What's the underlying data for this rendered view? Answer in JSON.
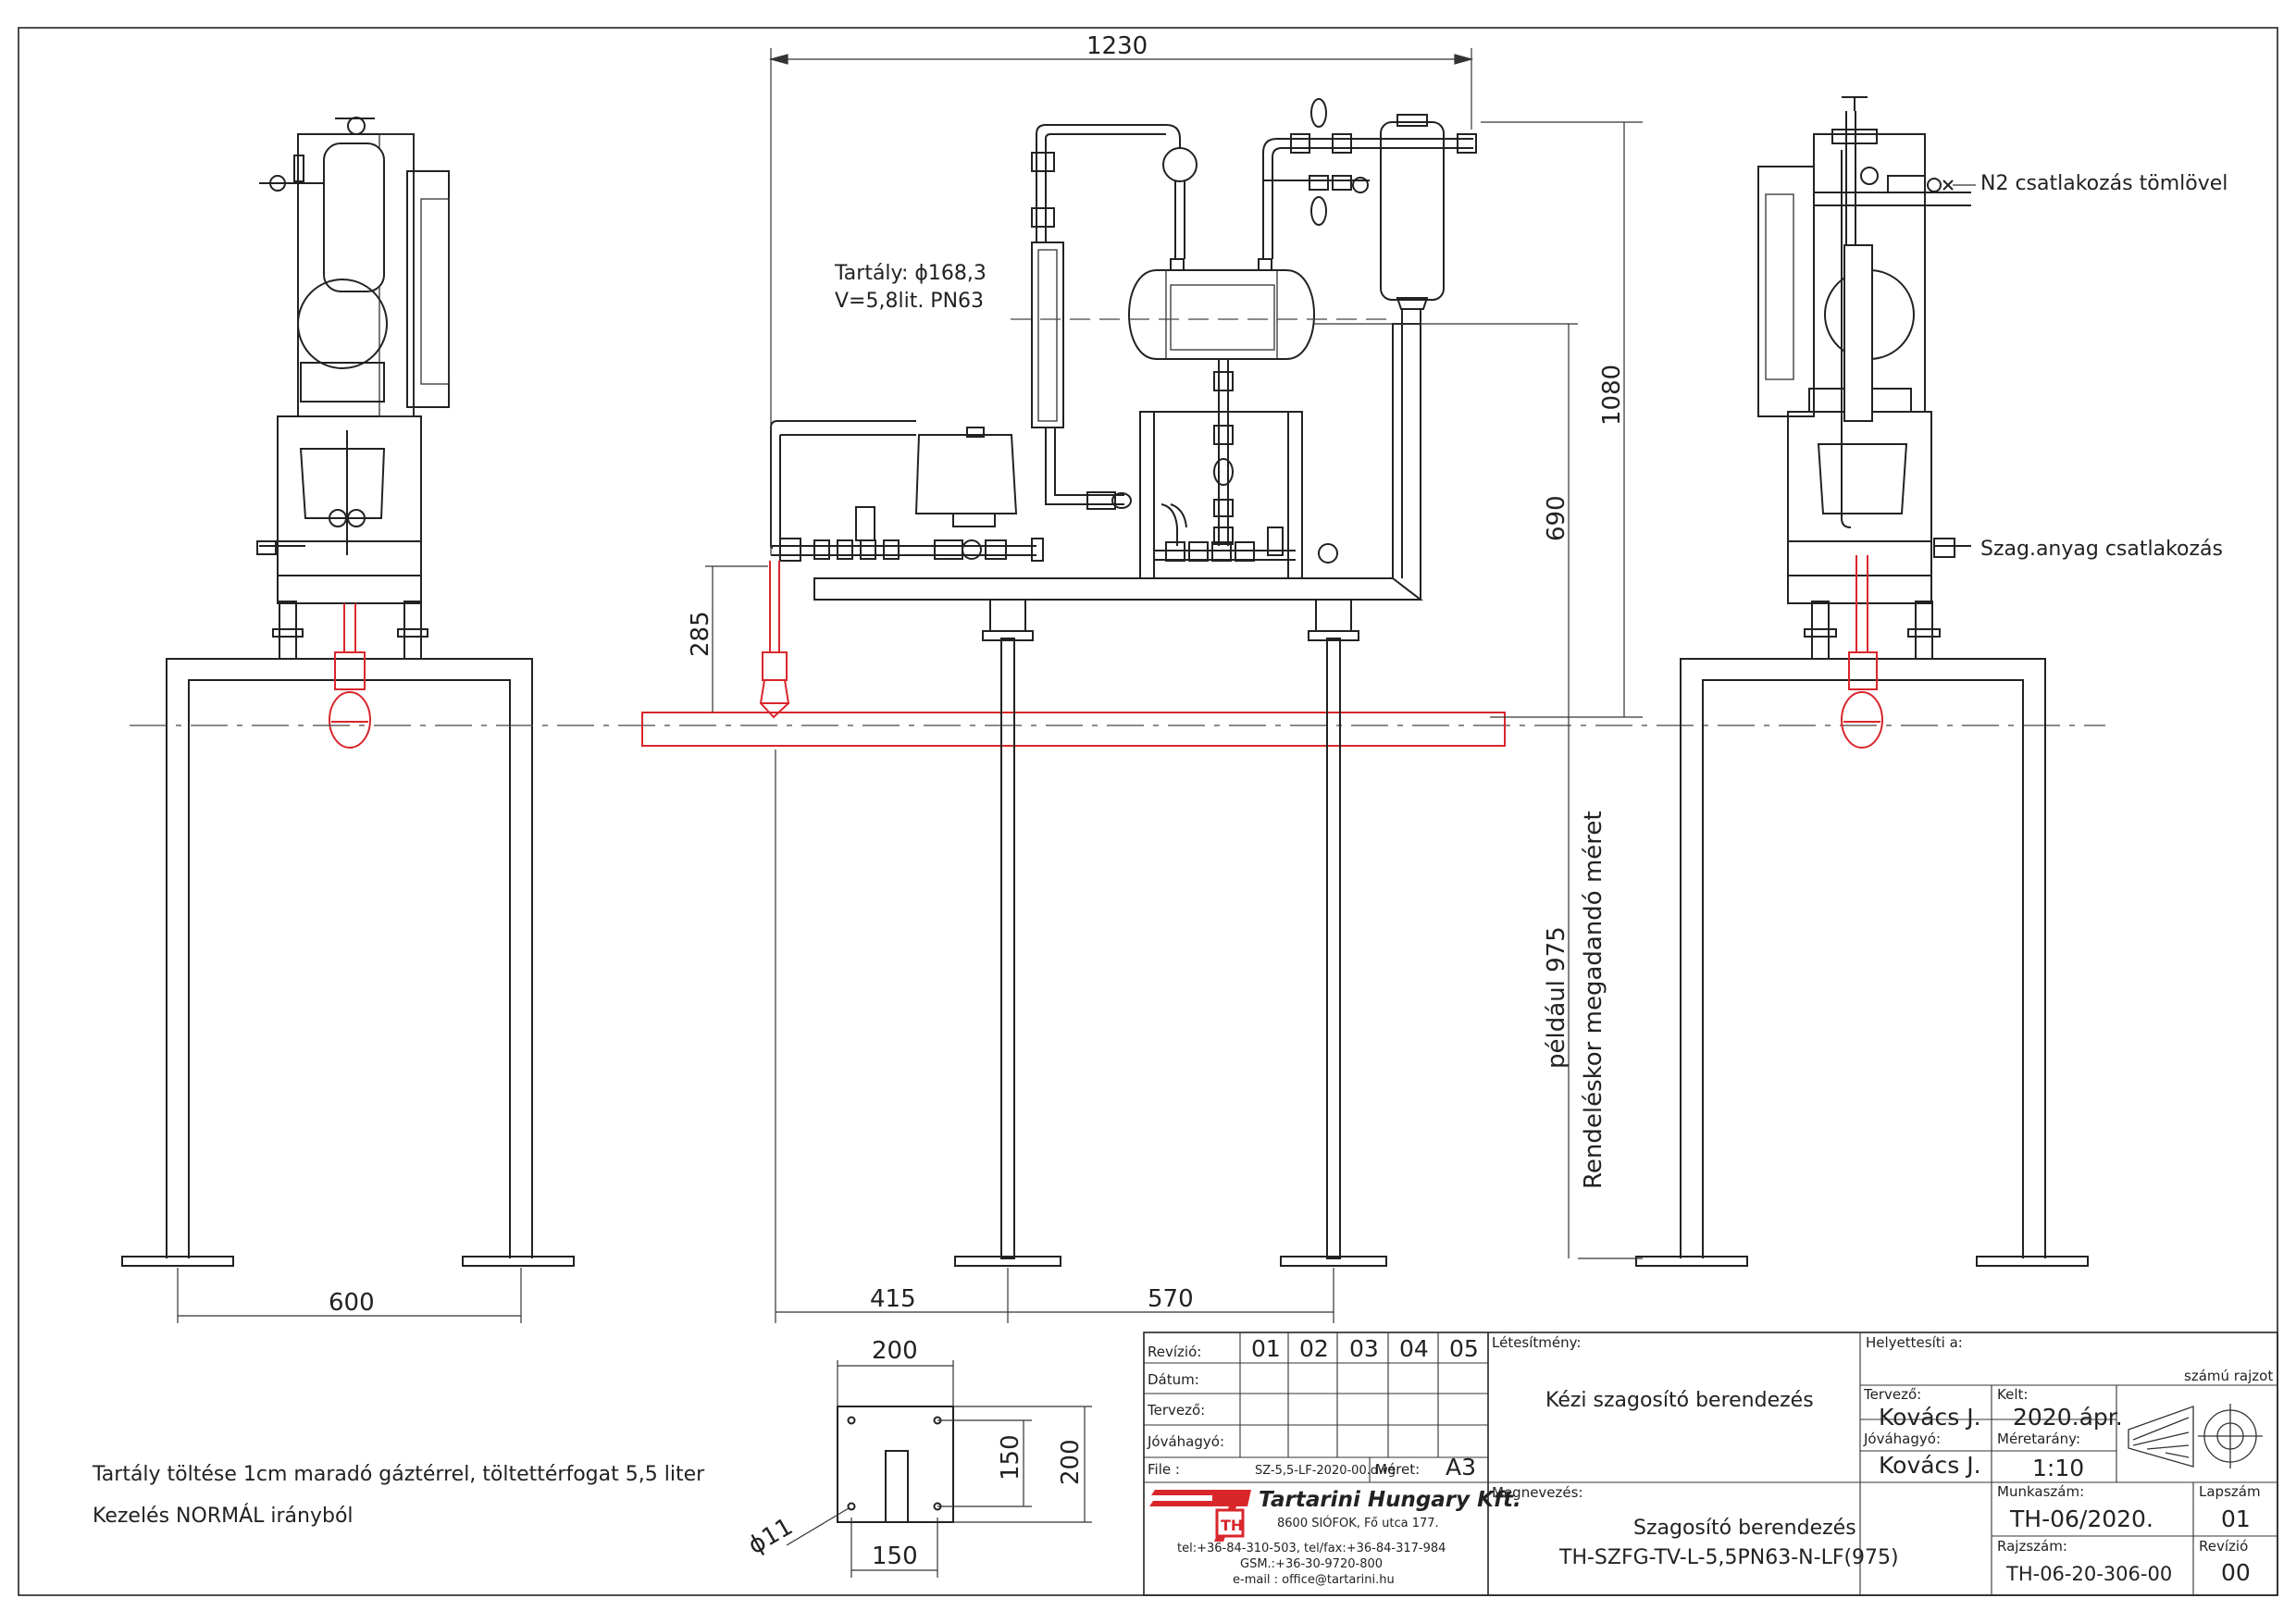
{
  "dimensions": {
    "overall_width": "1230",
    "height_total": "1080",
    "height_frame": "690",
    "height_outlet": "285",
    "example_height": "például 975",
    "order_note": "Rendeléskor megadandó méret",
    "left_stand_width": "600",
    "offset_415": "415",
    "offset_570": "570",
    "plate_width": "200",
    "plate_height": "200",
    "hole_spacing_x": "150",
    "hole_spacing_y": "150",
    "hole_diameter": "ϕ11"
  },
  "annotations": {
    "tank_line1": "Tartály: ϕ168,3",
    "tank_line2": "V=5,8lit. PN63",
    "n2_connection": "N2 csatlakozás tömlövel",
    "odorant_connection": "Szag.anyag csatlakozás",
    "fill_note": "Tartály töltése 1cm maradó gáztérrel, töltettérfogat 5,5 liter",
    "operation_note": "Kezelés NORMÁL irányból"
  },
  "title_block": {
    "revision_label": "Revízió:",
    "revision_numbers": [
      "01",
      "02",
      "03",
      "04",
      "05"
    ],
    "date_label": "Dátum:",
    "designer_label": "Tervező:",
    "approver_label": "Jóváhagyó:",
    "file_label": "File :",
    "file_name": "SZ-5,5-LF-2020-00.dwg",
    "size_label": "Méret:",
    "size_value": "A3",
    "facility_label": "Létesítmény:",
    "facility_value": "Kézi szagosító berendezés",
    "replaces_label": "Helyettesíti a:",
    "numbered_drawing": "számú rajzot",
    "designer2_label": "Tervező:",
    "designer_name": "Kovács J.",
    "issued_label": "Kelt:",
    "issued_value": "2020.ápr.",
    "approver2_label": "Jóváhagyó:",
    "approver_name": "Kovács J.",
    "scale_label": "Méretarány:",
    "scale_value": "1:10",
    "name_label": "Megnevezés:",
    "name_line1": "Szagosító berendezés",
    "name_line2": "TH-SZFG-TV-L-5,5PN63-N-LF(975)",
    "job_label": "Munkaszám:",
    "job_value": "TH-06/2020.",
    "sheet_label": "Lapszám",
    "sheet_value": "01",
    "drawing_label": "Rajzszám:",
    "drawing_value": "TH-06-20-306-00",
    "rev_label": "Revízió",
    "rev_value": "00"
  },
  "company": {
    "name": "Tartarini Hungary Kft.",
    "address": "8600 SIÓFOK, Fő utca 177.",
    "phone": "tel:+36-84-310-503, tel/fax:+36-84-317-984",
    "gsm": "GSM.:+36-30-9720-800",
    "email": "e-mail : office@tartarini.hu",
    "logo_letters": "TH"
  },
  "colors": {
    "ink": "#222222",
    "highlight": "#d9262b"
  }
}
